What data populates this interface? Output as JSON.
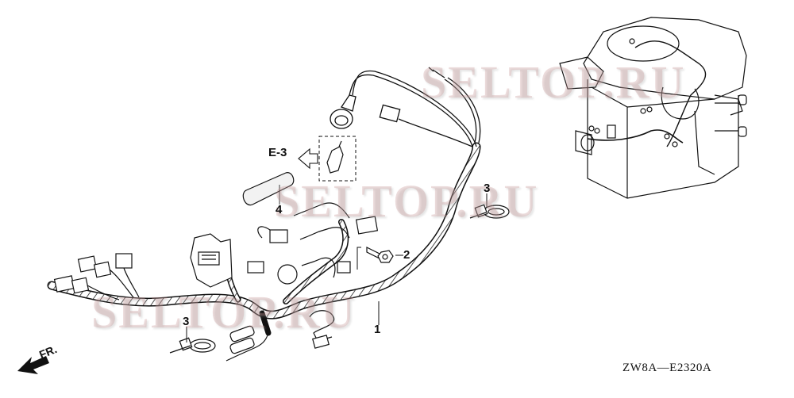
{
  "diagram": {
    "type": "parts-exploded-view",
    "subject": "Wire harness",
    "diagram_code": "ZW8A—E2320A",
    "reference_label": "E-3",
    "direction_indicator": "FR.",
    "watermarks": [
      "SELTOP.RU",
      "SELTOP.RU",
      "SELTOP.RU"
    ]
  },
  "callouts": [
    {
      "id": "1",
      "label": "1",
      "part": "wire-harness"
    },
    {
      "id": "2",
      "label": "2",
      "part": "bolt"
    },
    {
      "id": "3a",
      "label": "3",
      "part": "harness-band-clip"
    },
    {
      "id": "3b",
      "label": "3",
      "part": "harness-band-clip"
    },
    {
      "id": "4",
      "label": "4",
      "part": "tube"
    }
  ],
  "colors": {
    "line": "#111111",
    "watermark": "#c89696",
    "background": "#ffffff"
  }
}
